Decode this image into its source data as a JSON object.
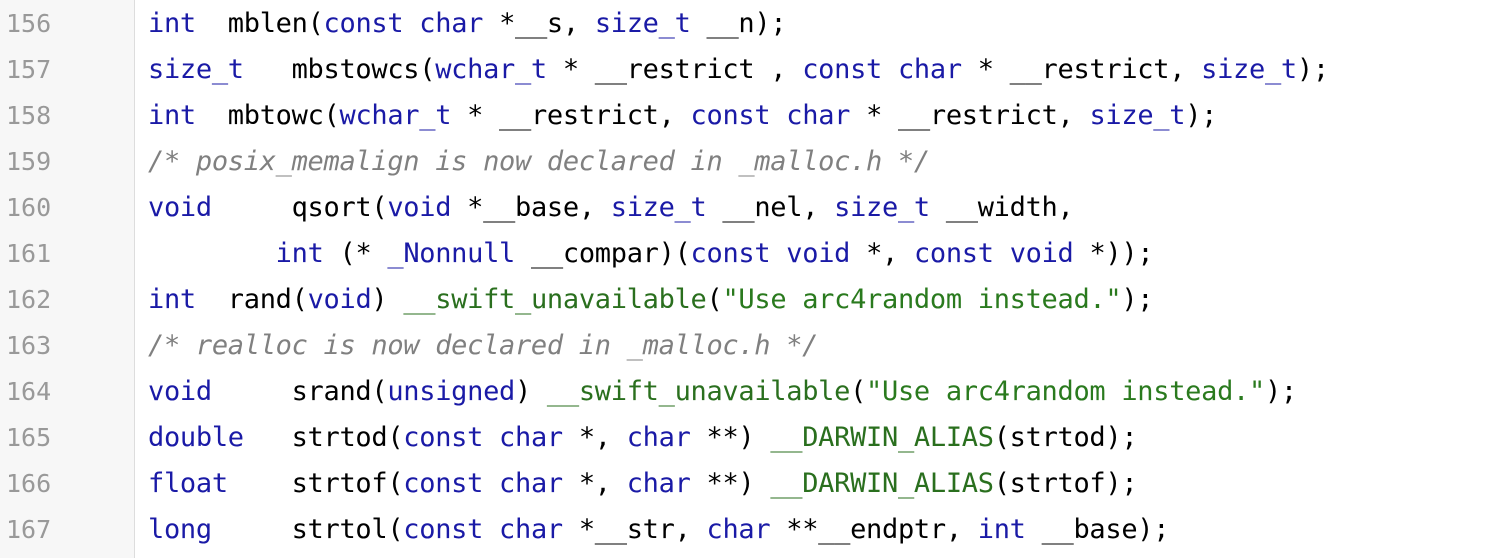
{
  "colors": {
    "keyword": "#1a1aa6",
    "comment": "#808080",
    "string": "#2a7a1e",
    "macro": "#2a6f1e",
    "plain": "#000000",
    "line_number": "#999999",
    "gutter_bg": "#f7f7f7"
  },
  "lines": [
    {
      "number": "156",
      "tokens": [
        {
          "t": "kw",
          "v": "int"
        },
        {
          "t": "pl",
          "v": "  mblen("
        },
        {
          "t": "kw",
          "v": "const"
        },
        {
          "t": "pl",
          "v": " "
        },
        {
          "t": "kw",
          "v": "char"
        },
        {
          "t": "pl",
          "v": " *__s, "
        },
        {
          "t": "kw",
          "v": "size_t"
        },
        {
          "t": "pl",
          "v": " __n);"
        }
      ]
    },
    {
      "number": "157",
      "tokens": [
        {
          "t": "kw",
          "v": "size_t"
        },
        {
          "t": "pl",
          "v": "   mbstowcs("
        },
        {
          "t": "kw",
          "v": "wchar_t"
        },
        {
          "t": "pl",
          "v": " * __restrict , "
        },
        {
          "t": "kw",
          "v": "const"
        },
        {
          "t": "pl",
          "v": " "
        },
        {
          "t": "kw",
          "v": "char"
        },
        {
          "t": "pl",
          "v": " * __restrict, "
        },
        {
          "t": "kw",
          "v": "size_t"
        },
        {
          "t": "pl",
          "v": ");"
        }
      ]
    },
    {
      "number": "158",
      "tokens": [
        {
          "t": "kw",
          "v": "int"
        },
        {
          "t": "pl",
          "v": "  mbtowc("
        },
        {
          "t": "kw",
          "v": "wchar_t"
        },
        {
          "t": "pl",
          "v": " * __restrict, "
        },
        {
          "t": "kw",
          "v": "const"
        },
        {
          "t": "pl",
          "v": " "
        },
        {
          "t": "kw",
          "v": "char"
        },
        {
          "t": "pl",
          "v": " * __restrict, "
        },
        {
          "t": "kw",
          "v": "size_t"
        },
        {
          "t": "pl",
          "v": ");"
        }
      ]
    },
    {
      "number": "159",
      "tokens": [
        {
          "t": "cmt",
          "v": "/* posix_memalign is now declared in _malloc.h */"
        }
      ]
    },
    {
      "number": "160",
      "tokens": [
        {
          "t": "kw",
          "v": "void"
        },
        {
          "t": "pl",
          "v": "     qsort("
        },
        {
          "t": "kw",
          "v": "void"
        },
        {
          "t": "pl",
          "v": " *__base, "
        },
        {
          "t": "kw",
          "v": "size_t"
        },
        {
          "t": "pl",
          "v": " __nel, "
        },
        {
          "t": "kw",
          "v": "size_t"
        },
        {
          "t": "pl",
          "v": " __width,"
        }
      ]
    },
    {
      "number": "161",
      "tokens": [
        {
          "t": "pl",
          "v": "        "
        },
        {
          "t": "kw",
          "v": "int"
        },
        {
          "t": "pl",
          "v": " (* "
        },
        {
          "t": "kw",
          "v": "_Nonnull"
        },
        {
          "t": "pl",
          "v": " __compar)("
        },
        {
          "t": "kw",
          "v": "const"
        },
        {
          "t": "pl",
          "v": " "
        },
        {
          "t": "kw",
          "v": "void"
        },
        {
          "t": "pl",
          "v": " *, "
        },
        {
          "t": "kw",
          "v": "const"
        },
        {
          "t": "pl",
          "v": " "
        },
        {
          "t": "kw",
          "v": "void"
        },
        {
          "t": "pl",
          "v": " *));"
        }
      ]
    },
    {
      "number": "162",
      "tokens": [
        {
          "t": "kw",
          "v": "int"
        },
        {
          "t": "pl",
          "v": "  rand("
        },
        {
          "t": "kw",
          "v": "void"
        },
        {
          "t": "pl",
          "v": ") "
        },
        {
          "t": "mac",
          "v": "__swift_unavailable"
        },
        {
          "t": "pl",
          "v": "("
        },
        {
          "t": "str",
          "v": "\"Use arc4random instead.\""
        },
        {
          "t": "pl",
          "v": ");"
        }
      ]
    },
    {
      "number": "163",
      "tokens": [
        {
          "t": "cmt",
          "v": "/* realloc is now declared in _malloc.h */"
        }
      ]
    },
    {
      "number": "164",
      "tokens": [
        {
          "t": "kw",
          "v": "void"
        },
        {
          "t": "pl",
          "v": "     srand("
        },
        {
          "t": "kw",
          "v": "unsigned"
        },
        {
          "t": "pl",
          "v": ") "
        },
        {
          "t": "mac",
          "v": "__swift_unavailable"
        },
        {
          "t": "pl",
          "v": "("
        },
        {
          "t": "str",
          "v": "\"Use arc4random instead.\""
        },
        {
          "t": "pl",
          "v": ");"
        }
      ]
    },
    {
      "number": "165",
      "tokens": [
        {
          "t": "kw",
          "v": "double"
        },
        {
          "t": "pl",
          "v": "   strtod("
        },
        {
          "t": "kw",
          "v": "const"
        },
        {
          "t": "pl",
          "v": " "
        },
        {
          "t": "kw",
          "v": "char"
        },
        {
          "t": "pl",
          "v": " *, "
        },
        {
          "t": "kw",
          "v": "char"
        },
        {
          "t": "pl",
          "v": " **) "
        },
        {
          "t": "mac",
          "v": "__DARWIN_ALIAS"
        },
        {
          "t": "pl",
          "v": "(strtod);"
        }
      ]
    },
    {
      "number": "166",
      "tokens": [
        {
          "t": "kw",
          "v": "float"
        },
        {
          "t": "pl",
          "v": "    strtof("
        },
        {
          "t": "kw",
          "v": "const"
        },
        {
          "t": "pl",
          "v": " "
        },
        {
          "t": "kw",
          "v": "char"
        },
        {
          "t": "pl",
          "v": " *, "
        },
        {
          "t": "kw",
          "v": "char"
        },
        {
          "t": "pl",
          "v": " **) "
        },
        {
          "t": "mac",
          "v": "__DARWIN_ALIAS"
        },
        {
          "t": "pl",
          "v": "(strtof);"
        }
      ]
    },
    {
      "number": "167",
      "tokens": [
        {
          "t": "kw",
          "v": "long"
        },
        {
          "t": "pl",
          "v": "     strtol("
        },
        {
          "t": "kw",
          "v": "const"
        },
        {
          "t": "pl",
          "v": " "
        },
        {
          "t": "kw",
          "v": "char"
        },
        {
          "t": "pl",
          "v": " *__str, "
        },
        {
          "t": "kw",
          "v": "char"
        },
        {
          "t": "pl",
          "v": " **__endptr, "
        },
        {
          "t": "kw",
          "v": "int"
        },
        {
          "t": "pl",
          "v": " __base);"
        }
      ]
    }
  ]
}
